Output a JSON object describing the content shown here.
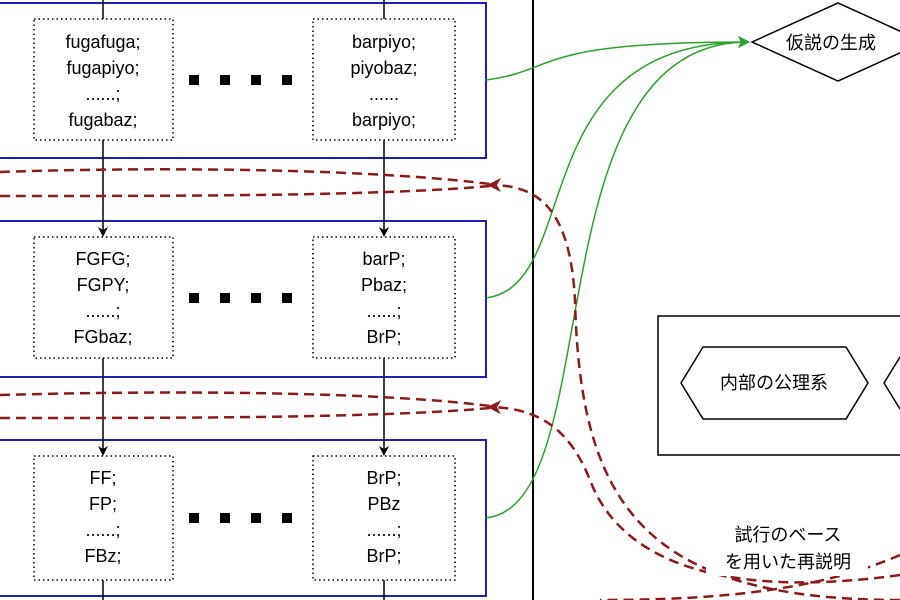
{
  "layers": [
    {
      "left_box": [
        "fugafuga;",
        "fugapiyo;",
        "......;",
        "fugabaz;"
      ],
      "right_box": [
        "barpiyo;",
        "piyobaz;",
        "......",
        "barpiyo;"
      ]
    },
    {
      "left_box": [
        "FGFG;",
        "FGPY;",
        "......;",
        "FGbaz;"
      ],
      "right_box": [
        "barP;",
        "Pbaz;",
        "......;",
        "BrP;"
      ]
    },
    {
      "left_box": [
        "FF;",
        "FP;",
        "......;",
        "FBz;"
      ],
      "right_box": [
        "BrP;",
        "PBz",
        "......;",
        "BrP;"
      ]
    }
  ],
  "nodes": {
    "hypothesis_generation": "仮説の生成",
    "internal_axioms": "内部の公理系"
  },
  "annotations": {
    "reexplanation_line1": "試行のベース",
    "reexplanation_line2": "を用いた再説明"
  },
  "colors": {
    "layer_border": "#1f1fb4",
    "green_arrow": "#2ea02e",
    "dashed_red": "#8b1a1a",
    "black": "#000000"
  }
}
